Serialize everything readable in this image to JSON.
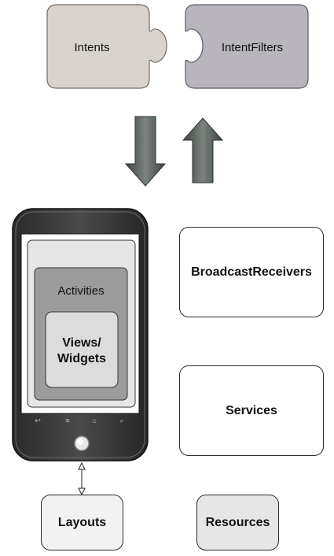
{
  "puzzle": {
    "intents_label": "Intents",
    "intent_filters_label": "IntentFilters"
  },
  "phone": {
    "activities_label": "Activities",
    "views_line1": "Views/",
    "views_line2": "Widgets"
  },
  "boxes": {
    "broadcast_receivers": "BroadcastReceivers",
    "services": "Services",
    "layouts": "Layouts",
    "resources": "Resources"
  },
  "colors": {
    "intents_piece": "#d9d3ce",
    "intent_filters_piece": "#b8b5bc",
    "arrow": "#5b615d",
    "layouts_fill": "#f2f2f2",
    "resources_fill": "#e6e6e6"
  }
}
